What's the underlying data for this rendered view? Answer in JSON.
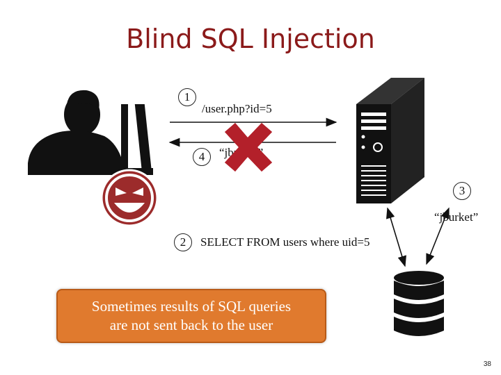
{
  "title": "Blind SQL Injection",
  "steps": {
    "s1": {
      "num": "1",
      "text": "/user.php?id=5"
    },
    "s2": {
      "num": "2",
      "text": "SELECT FROM users where uid=5"
    },
    "s3": {
      "num": "3",
      "text": "“jburket”"
    },
    "s4": {
      "num": "4",
      "text": "“jburket”"
    }
  },
  "callout": {
    "line1": "Sometimes results of SQL queries",
    "line2": "are not sent back to the user"
  },
  "page_number": "38",
  "colors": {
    "title": "#8b1a1a",
    "attacker_face": "#9c2b2b",
    "blocked_x": "#b3202a",
    "callout": "#e07a2e"
  },
  "icons": [
    "hacker-icon",
    "evil-face-icon",
    "server-icon",
    "database-icon",
    "blocked-x-icon"
  ]
}
